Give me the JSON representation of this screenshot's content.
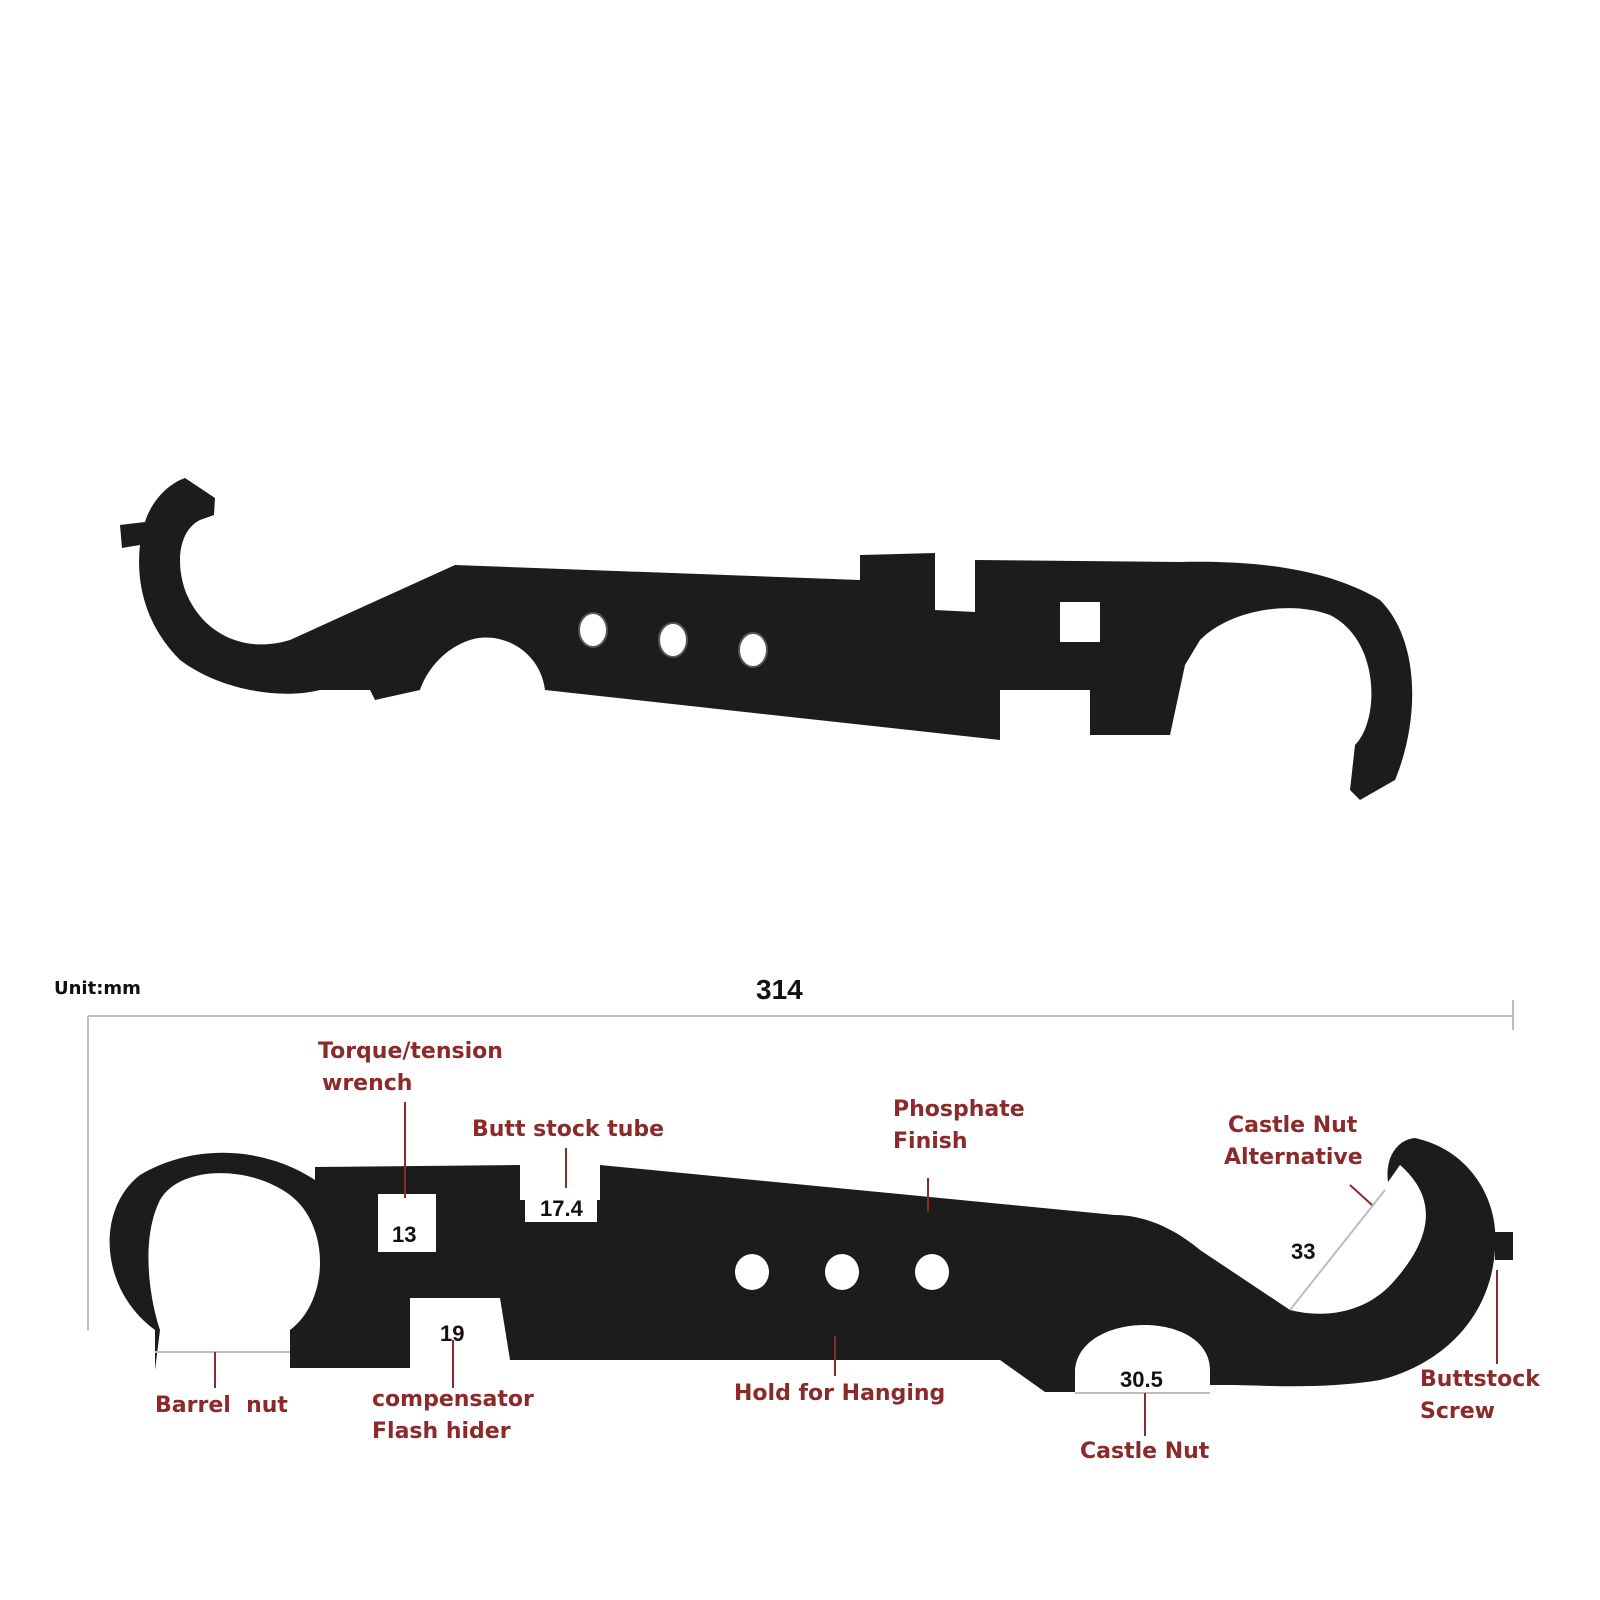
{
  "unit_label": "Unit:mm",
  "overall_length": "314",
  "colors": {
    "label": "#8b2a2a",
    "tool": "#1c1c1c",
    "dimension_line": "#bdbdbd",
    "number": "#111111"
  },
  "callouts": {
    "torque": {
      "line1": "Torque/tension",
      "line2": "wrench"
    },
    "butt_stock_tube": {
      "line1": "Butt stock tube"
    },
    "phosphate": {
      "line1": "Phosphate",
      "line2": "Finish"
    },
    "castle_alt": {
      "line1": "Castle Nut",
      "line2": "Alternative"
    },
    "barrel_nut": {
      "line1": "Barrel  nut"
    },
    "compensator": {
      "line1": "compensator",
      "line2": "Flash hider"
    },
    "hanging": {
      "line1": "Hold for Hanging"
    },
    "castle_nut": {
      "line1": "Castle Nut"
    },
    "buttstock_screw": {
      "line1": "Buttstock",
      "line2": "Screw"
    }
  },
  "dimensions": {
    "square": "13",
    "butt_slot": "17.4",
    "comp_slot": "19",
    "castle_alt": "33",
    "castle_nut": "30.5"
  }
}
